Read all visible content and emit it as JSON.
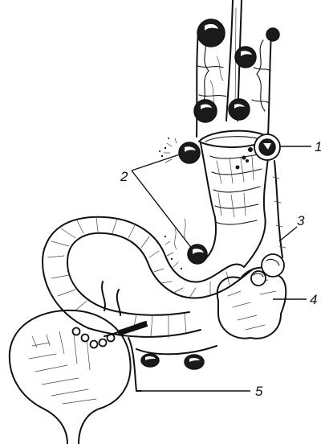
{
  "callouts": [
    {
      "id": "1",
      "text": "1"
    },
    {
      "id": "2",
      "text": "2"
    },
    {
      "id": "3",
      "text": "3"
    },
    {
      "id": "4",
      "text": "4"
    },
    {
      "id": "5",
      "text": "5"
    }
  ],
  "colors": {
    "ink": "#111111",
    "paper": "#ffffff",
    "stone_fill": "#1a1a1a"
  }
}
